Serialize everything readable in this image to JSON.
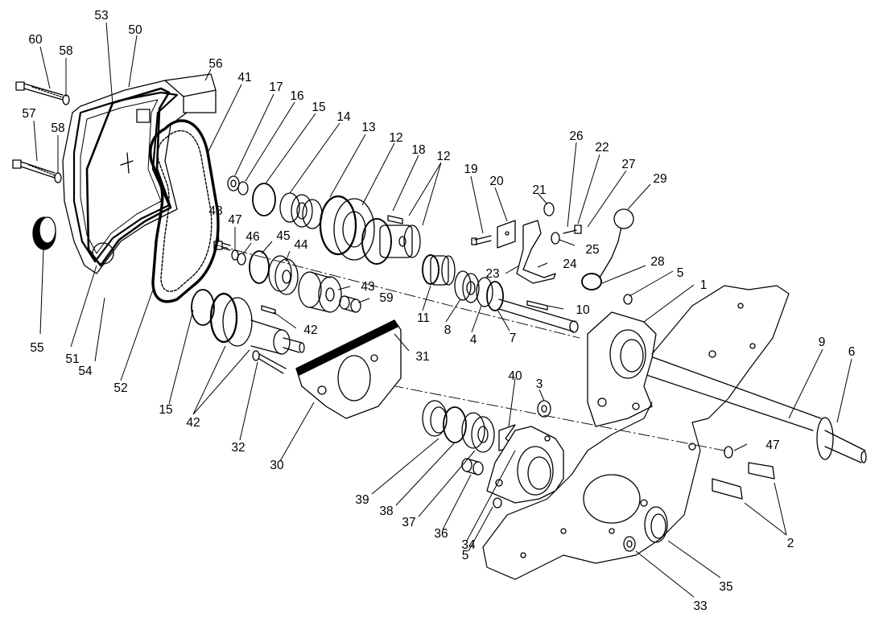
{
  "colors": {
    "ink": "#000000",
    "paper": "#ffffff",
    "shade": "#555555"
  },
  "labels": [
    {
      "id": "l60",
      "text": "60"
    },
    {
      "id": "l53",
      "text": "53"
    },
    {
      "id": "l50",
      "text": "50"
    },
    {
      "id": "l58a",
      "text": "58"
    },
    {
      "id": "l56",
      "text": "56"
    },
    {
      "id": "l41",
      "text": "41"
    },
    {
      "id": "l57",
      "text": "57"
    },
    {
      "id": "l58b",
      "text": "58"
    },
    {
      "id": "l17",
      "text": "17"
    },
    {
      "id": "l16",
      "text": "16"
    },
    {
      "id": "l15a",
      "text": "15"
    },
    {
      "id": "l14",
      "text": "14"
    },
    {
      "id": "l13",
      "text": "13"
    },
    {
      "id": "l12a",
      "text": "12"
    },
    {
      "id": "l18",
      "text": "18"
    },
    {
      "id": "l12b",
      "text": "12"
    },
    {
      "id": "l26",
      "text": "26"
    },
    {
      "id": "l22",
      "text": "22"
    },
    {
      "id": "l19",
      "text": "19"
    },
    {
      "id": "l20",
      "text": "20"
    },
    {
      "id": "l27",
      "text": "27"
    },
    {
      "id": "l29",
      "text": "29"
    },
    {
      "id": "l21",
      "text": "21"
    },
    {
      "id": "l48",
      "text": "48"
    },
    {
      "id": "l47a",
      "text": "47"
    },
    {
      "id": "l45",
      "text": "45"
    },
    {
      "id": "l46",
      "text": "46"
    },
    {
      "id": "l44",
      "text": "44"
    },
    {
      "id": "l25",
      "text": "25"
    },
    {
      "id": "l28",
      "text": "28"
    },
    {
      "id": "l23",
      "text": "23"
    },
    {
      "id": "l24",
      "text": "24"
    },
    {
      "id": "l5a",
      "text": "5"
    },
    {
      "id": "l1",
      "text": "1"
    },
    {
      "id": "l43",
      "text": "43"
    },
    {
      "id": "l59",
      "text": "59"
    },
    {
      "id": "l10",
      "text": "10"
    },
    {
      "id": "l11",
      "text": "11"
    },
    {
      "id": "l42a",
      "text": "42"
    },
    {
      "id": "l8",
      "text": "8"
    },
    {
      "id": "l4",
      "text": "4"
    },
    {
      "id": "l7",
      "text": "7"
    },
    {
      "id": "l55",
      "text": "55"
    },
    {
      "id": "l51",
      "text": "51"
    },
    {
      "id": "l54",
      "text": "54"
    },
    {
      "id": "l31",
      "text": "31"
    },
    {
      "id": "l9",
      "text": "9"
    },
    {
      "id": "l6",
      "text": "6"
    },
    {
      "id": "l52",
      "text": "52"
    },
    {
      "id": "l40",
      "text": "40"
    },
    {
      "id": "l3",
      "text": "3"
    },
    {
      "id": "l15b",
      "text": "15"
    },
    {
      "id": "l42b",
      "text": "42"
    },
    {
      "id": "l32",
      "text": "32"
    },
    {
      "id": "l47b",
      "text": "47"
    },
    {
      "id": "l30",
      "text": "30"
    },
    {
      "id": "l39",
      "text": "39"
    },
    {
      "id": "l38",
      "text": "38"
    },
    {
      "id": "l37",
      "text": "37"
    },
    {
      "id": "l36",
      "text": "36"
    },
    {
      "id": "l34",
      "text": "34"
    },
    {
      "id": "l5b",
      "text": "5"
    },
    {
      "id": "l2",
      "text": "2"
    },
    {
      "id": "l35",
      "text": "35"
    },
    {
      "id": "l33",
      "text": "33"
    }
  ]
}
